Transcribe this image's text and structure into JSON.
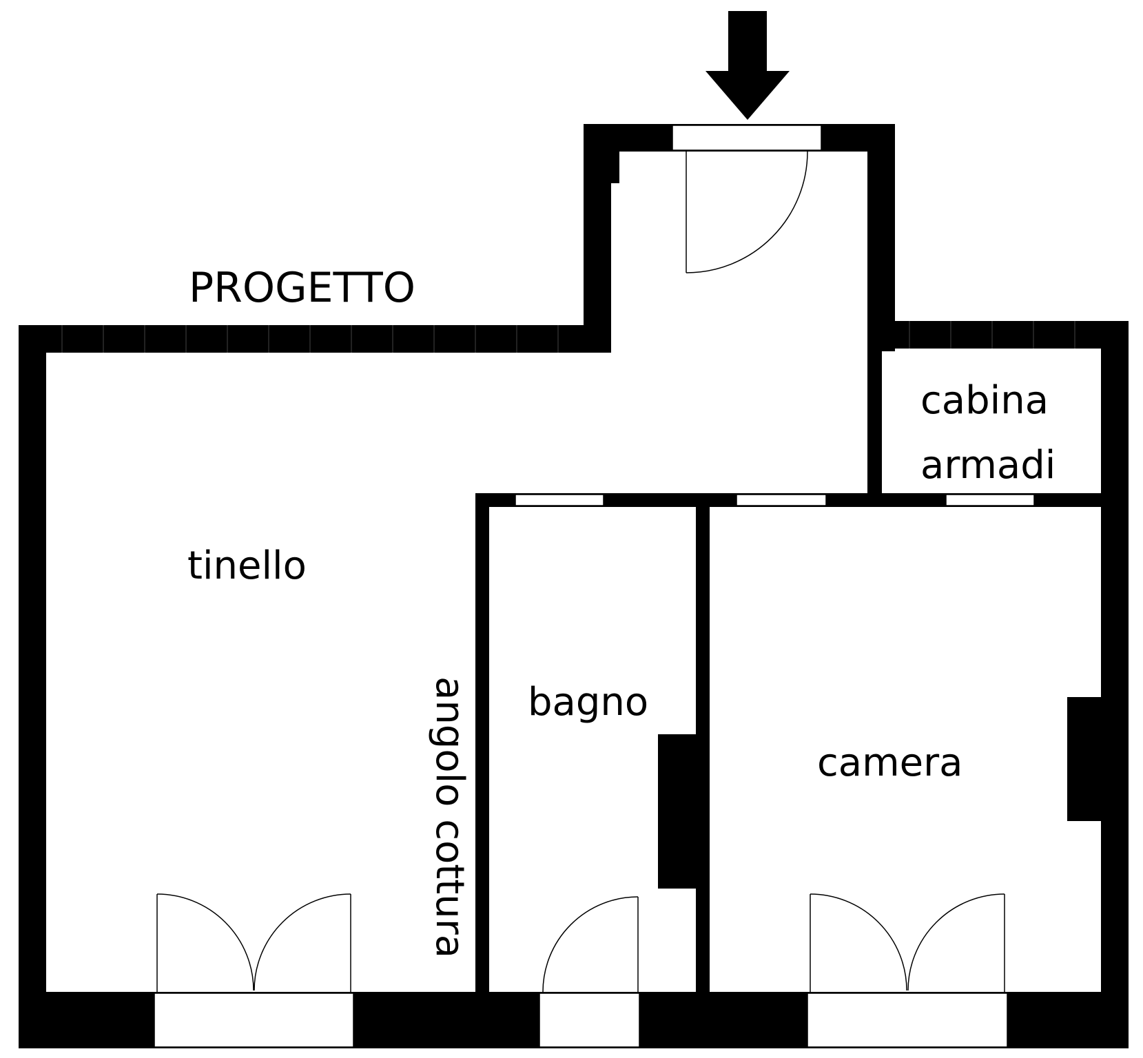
{
  "title": "PROGETTO",
  "rooms": {
    "tinello": "tinello",
    "angolo_cottura": "angolo cottura",
    "bagno": "bagno",
    "camera": "camera",
    "cabina_line1": "cabina",
    "cabina_line2": "armadi"
  },
  "colors": {
    "wall": "#000000",
    "background": "#ffffff",
    "line": "#000000"
  },
  "icons": {
    "entrance": "arrow-down-icon"
  }
}
